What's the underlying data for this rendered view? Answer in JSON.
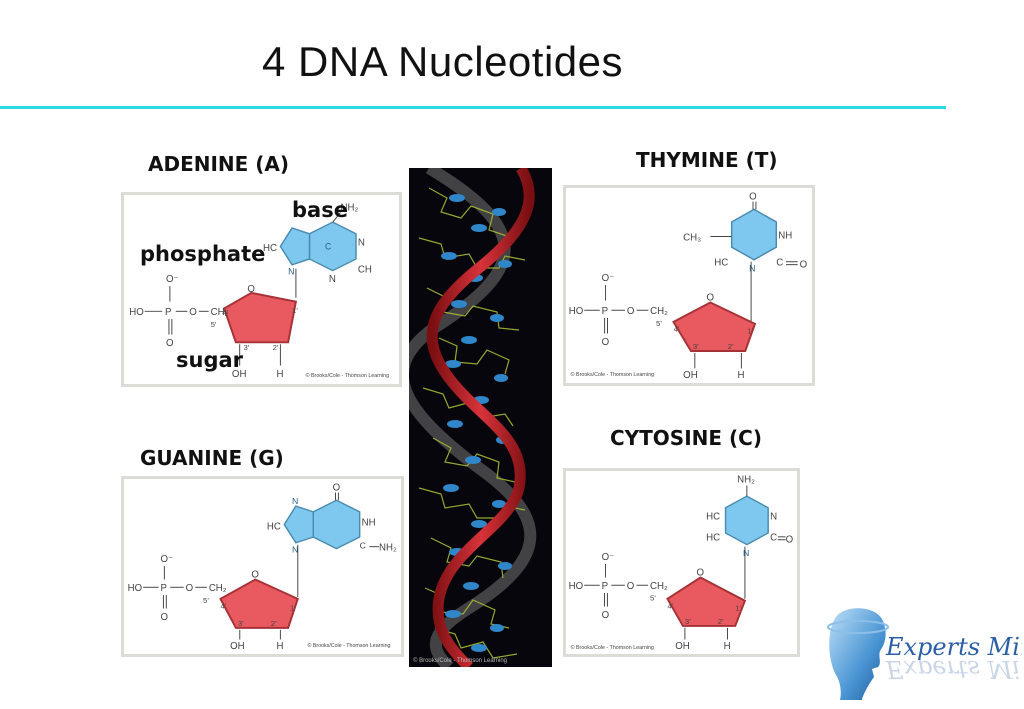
{
  "title": "4 DNA Nucleotides",
  "colors": {
    "rule": "#2fd8e6",
    "base": "#7ec8ef",
    "sugar": "#e85a60",
    "helix_bg": "#06060c",
    "logo": "#2a5fa8"
  },
  "nucleotides": [
    {
      "name": "ADENINE (A)",
      "credit": "© Brooks/Cole - Thomson Learning"
    },
    {
      "name": "THYMINE (T)",
      "credit": "© Brooks/Cole - Thomson Learning"
    },
    {
      "name": "GUANINE (G)",
      "credit": "© Brooks/Cole - Thomson Learning"
    },
    {
      "name": "CYTOSINE (C)",
      "credit": "© Brooks/Cole - Thomson Learning"
    }
  ],
  "annotations": {
    "base": "base",
    "phosphate": "phosphate",
    "sugar": "sugar"
  },
  "phosphate_labels": {
    "o_minus": "O⁻",
    "ho": "HO",
    "p": "P",
    "o": "O",
    "ch2": "CH₂",
    "o_bottom": "O",
    "five_prime": "5'"
  },
  "sugar_labels": {
    "oh": "OH",
    "h": "H",
    "c1": "1'",
    "c2": "2'",
    "c3": "3'",
    "c4": "4'",
    "ring_o": "O"
  },
  "adenine_base": {
    "nh2": "NH₂",
    "n": "N",
    "c": "C",
    "hc": "HC",
    "ch": "CH"
  },
  "thymine_base": {
    "o": "O",
    "ch3": "CH₃",
    "nh": "NH",
    "hc": "HC",
    "c": "C",
    "n": "N"
  },
  "guanine_base": {
    "o": "O",
    "nh": "NH",
    "nh2": "NH₂",
    "hc": "HC",
    "n": "N",
    "c": "C"
  },
  "cytosine_base": {
    "nh2": "NH₂",
    "hc": "HC",
    "n": "N",
    "c": "C",
    "o": "O"
  },
  "helix_credit": "© Brooks/Cole - Thomson Learning",
  "logo": {
    "text": "Experts Mind"
  }
}
